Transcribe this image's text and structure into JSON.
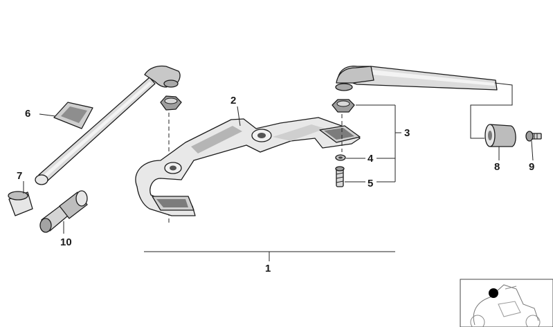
{
  "callouts": {
    "c1": "1",
    "c2": "2",
    "c3": "3",
    "c4": "4",
    "c5": "5",
    "c6": "6",
    "c7": "7",
    "c8": "8",
    "c9": "9",
    "c10": "10"
  },
  "colors": {
    "line": "#222222",
    "part_light": "#e4e4e4",
    "part_mid": "#bdbdbd",
    "part_dark": "#8a8a8a",
    "marker": "#000000"
  },
  "icons": {
    "thumbnail": "motorcycle-thumbnail-icon"
  }
}
